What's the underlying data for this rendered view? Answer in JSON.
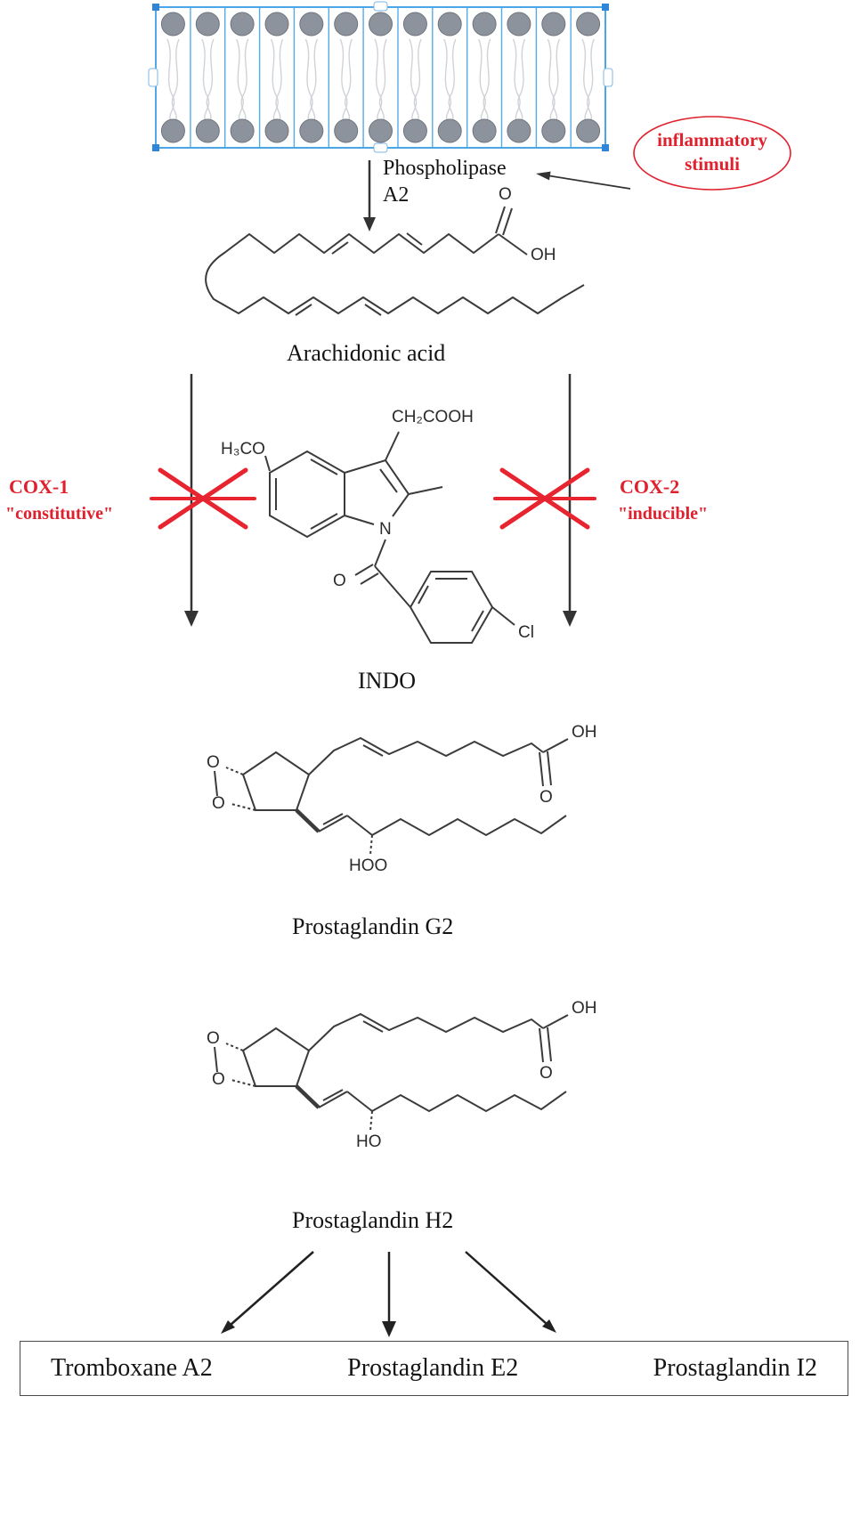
{
  "colors": {
    "accent_red": "#e0202d",
    "membrane_blue": "#4aa6e6",
    "lipid_gray": "#8d939d",
    "line_dark": "#3b3b3b"
  },
  "labels": {
    "phospholipase_line1": "Phospholipase",
    "phospholipase_line2": "A2",
    "stimuli_line1": "inflammatory",
    "stimuli_line2": "stimuli",
    "arachidonic": "Arachidonic acid",
    "cox1_line1": "COX-1",
    "cox1_line2": "\"constitutive\"",
    "cox2_line1": "COX-2",
    "cox2_line2": "\"inducible\"",
    "indo": "INDO",
    "pgg2": "Prostaglandin G2",
    "pgh2": "Prostaglandin H2"
  },
  "atoms": {
    "aa_O": "O",
    "aa_OH": "OH",
    "indo_h3co": "H₃CO",
    "indo_ch2cooh": "CH₂COOH",
    "indo_N": "N",
    "indo_O": "O",
    "indo_Cl": "Cl",
    "pgg2_OH": "OH",
    "pgg2_O_carbonyl": "O",
    "pgg2_O_endo1": "O",
    "pgg2_O_endo2": "O",
    "pgg2_HOO": "HOO",
    "pgh2_OH": "OH",
    "pgh2_O_carbonyl": "O",
    "pgh2_O_endo1": "O",
    "pgh2_O_endo2": "O",
    "pgh2_HO": "HO"
  },
  "products": [
    "Tromboxane A2",
    "Prostaglandin E2",
    "Prostaglandin I2"
  ]
}
